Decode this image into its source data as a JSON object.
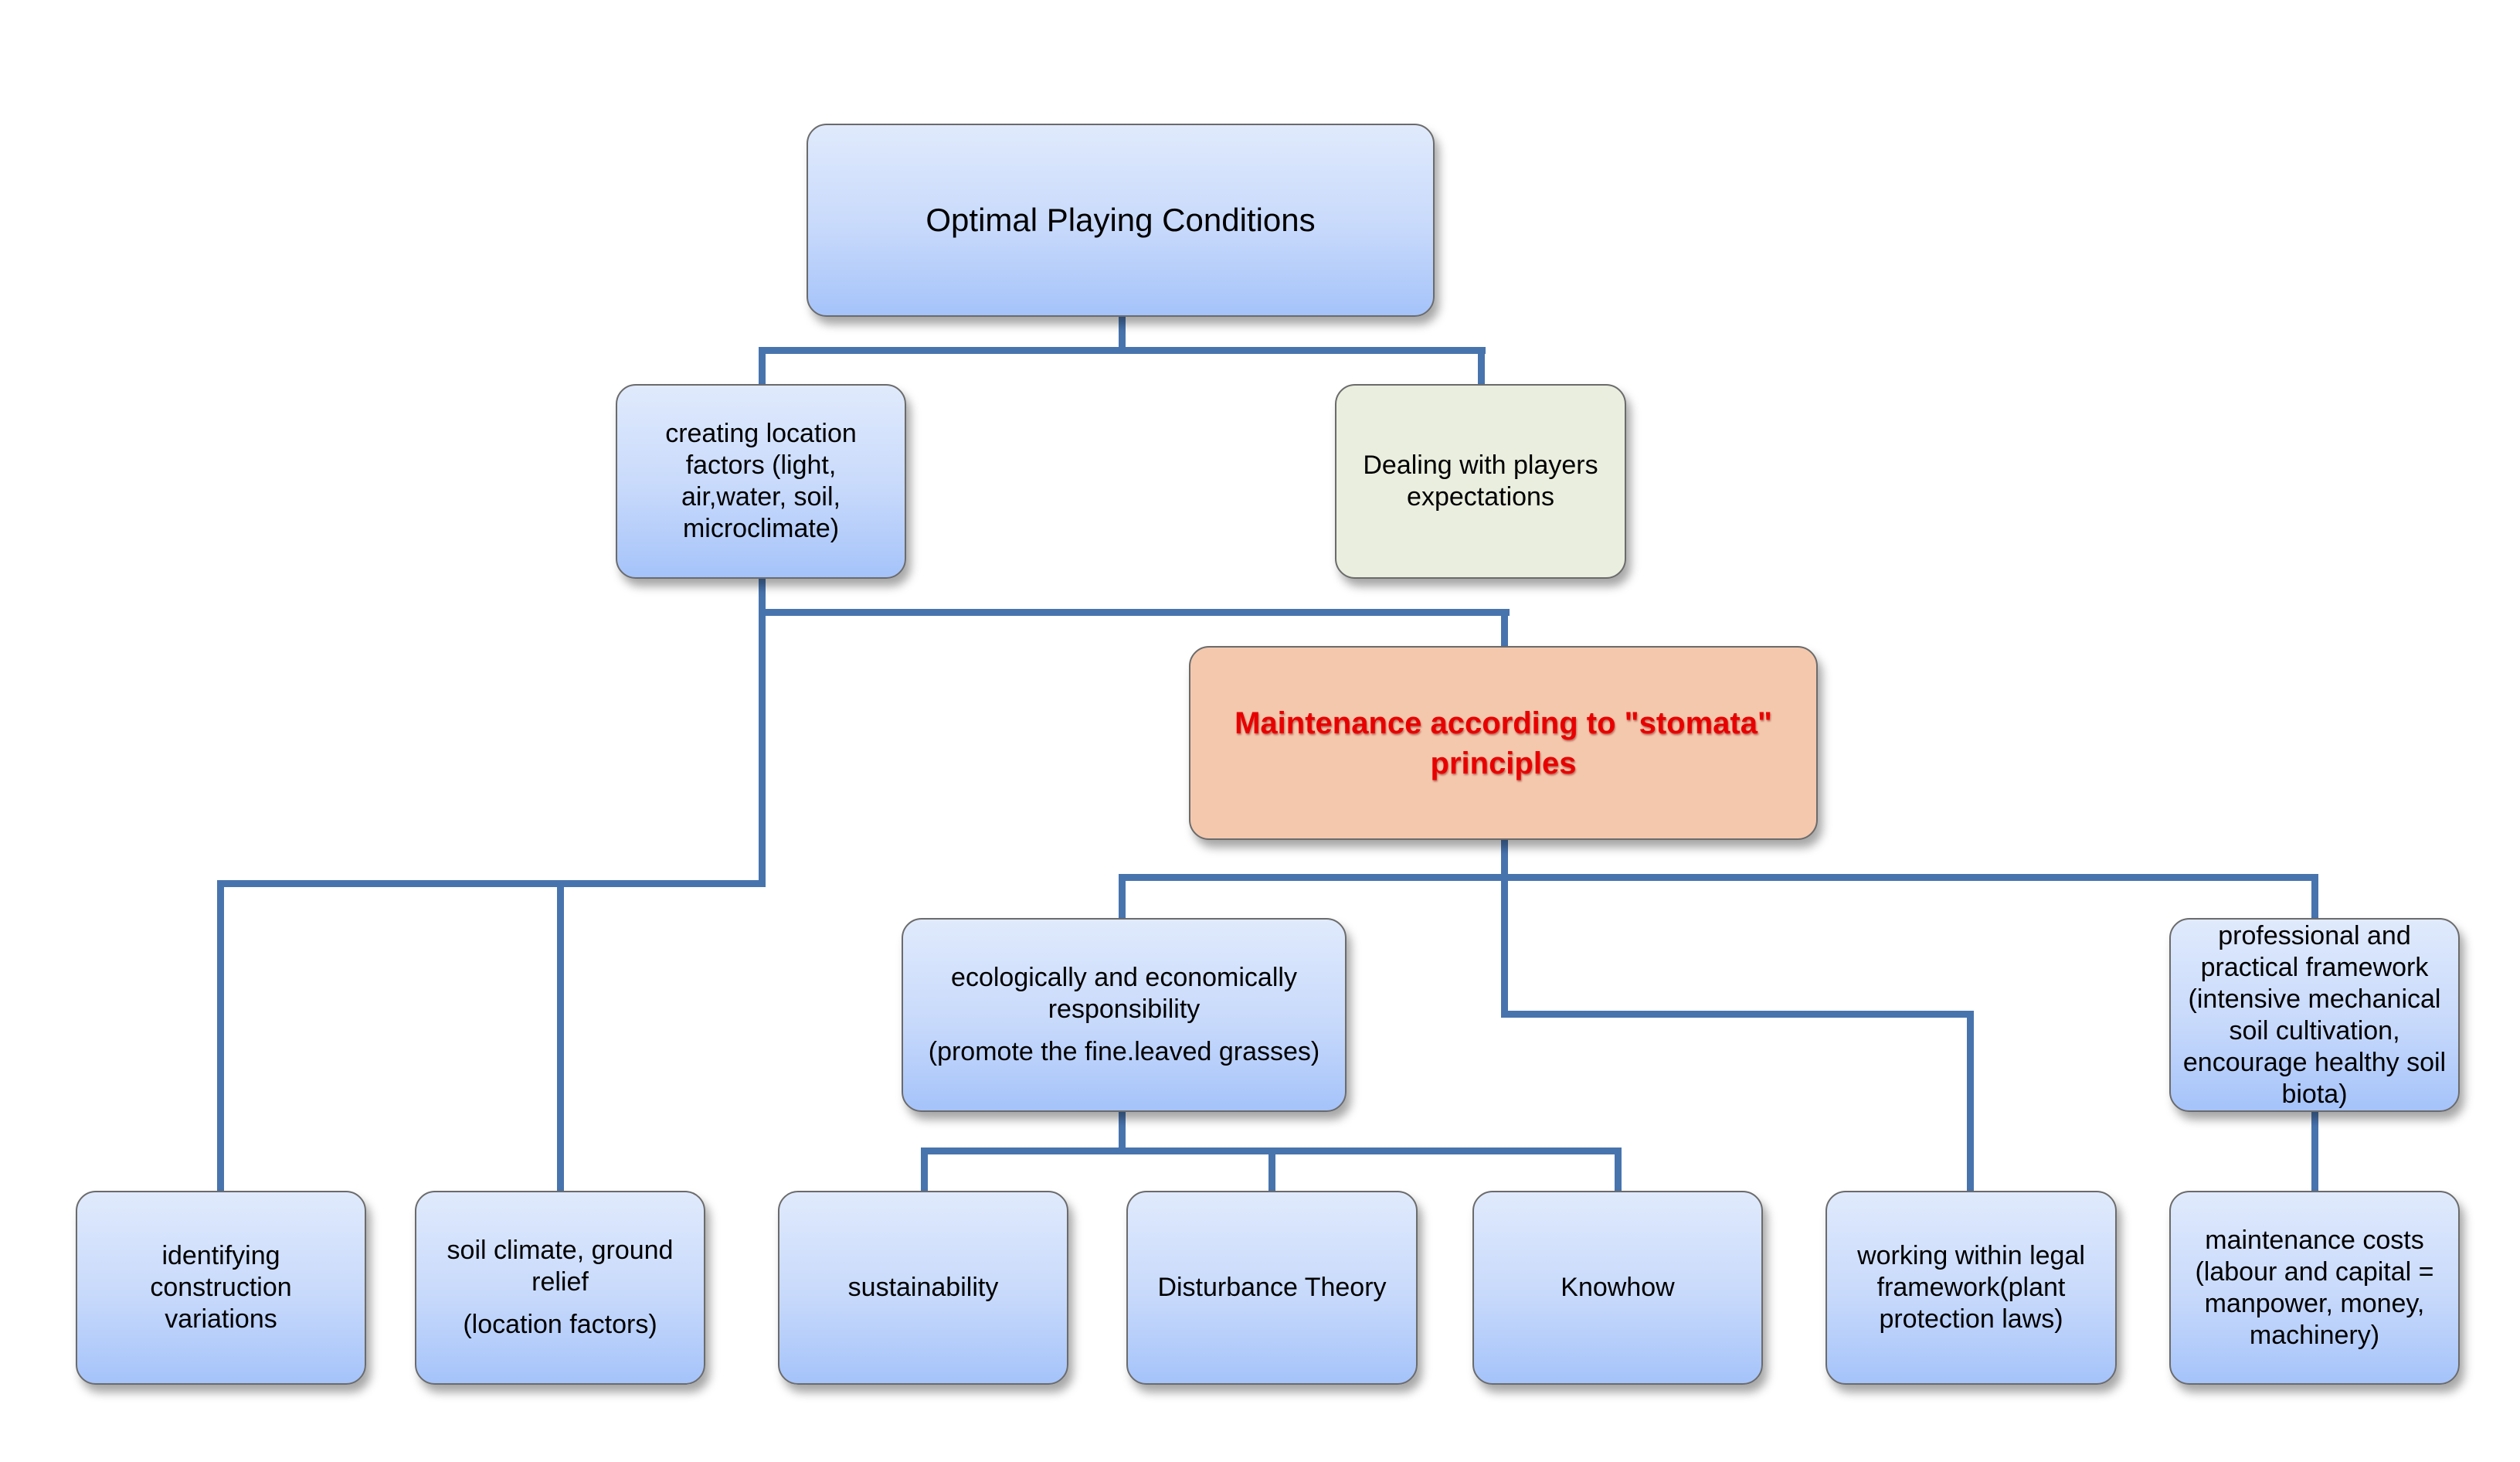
{
  "diagram": {
    "root": {
      "label": "Optimal Playing Conditions"
    },
    "level1": [
      {
        "label": "creating location factors (light, air,water, soil, microclimate)"
      },
      {
        "label": "Dealing with players expectations"
      }
    ],
    "maintenance": {
      "label": "Maintenance according to \"stomata\" principles"
    },
    "ecological": {
      "label": "ecologically and economically responsibility",
      "sub": "(promote the fine.leaved grasses)"
    },
    "professional": {
      "label": "professional and practical framework (intensive mechanical soil cultivation, encourage healthy soil biota)"
    },
    "leaves": [
      {
        "label": "identifying construction variations"
      },
      {
        "label": "soil climate, ground relief",
        "sub": "(location factors)"
      },
      {
        "label": "sustainability"
      },
      {
        "label": "Disturbance Theory"
      },
      {
        "label": "Knowhow"
      },
      {
        "label": "working within legal framework(plant protection laws)"
      },
      {
        "label": "maintenance costs (labour and capital = manpower, money, machinery)"
      }
    ],
    "colors": {
      "connector": "#4874ae",
      "node_blue_top": "#e0eafc",
      "node_blue_bottom": "#a5c3fa",
      "node_green": "#eaeedf",
      "node_peach": "#f4c8ad",
      "highlight_text": "#e80000"
    }
  }
}
